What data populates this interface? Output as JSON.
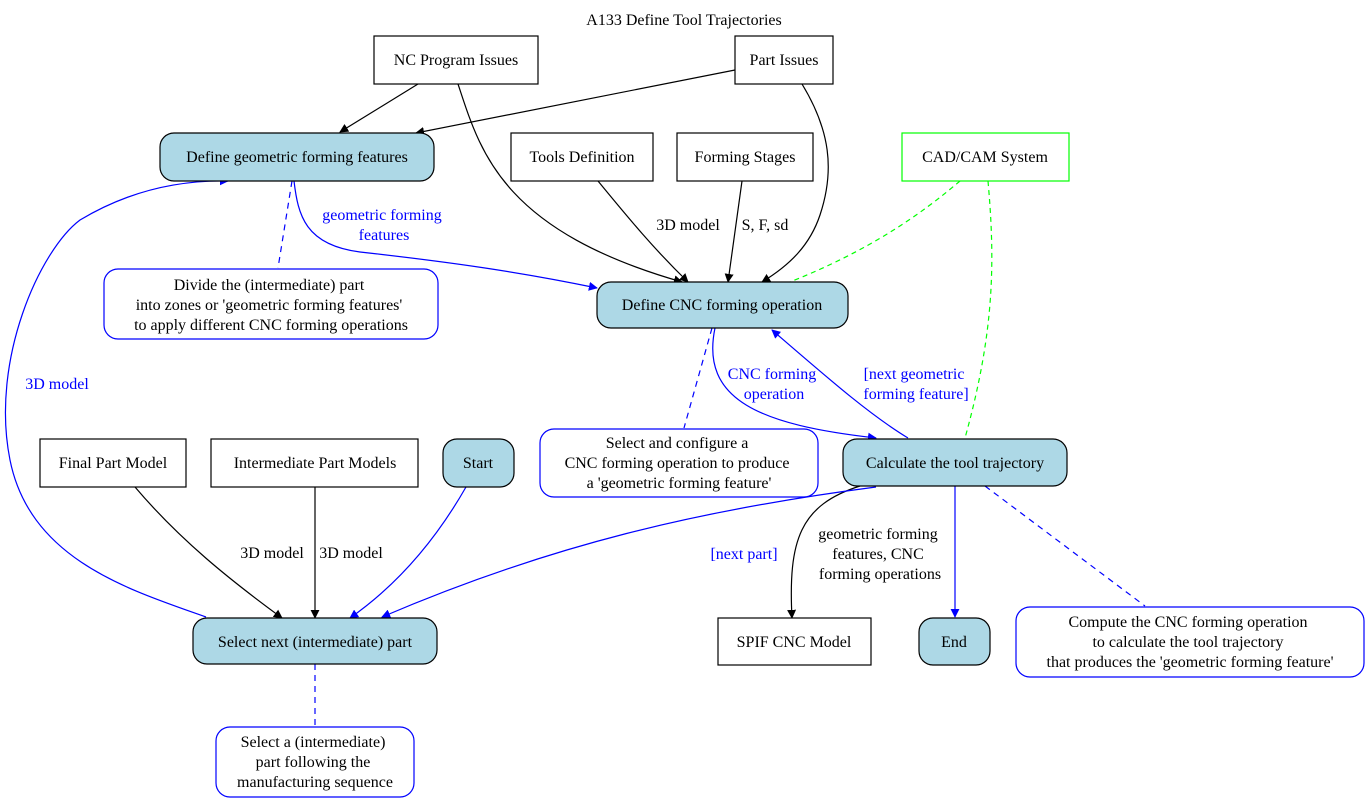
{
  "title": "A133 Define Tool Trajectories",
  "colors": {
    "activity_fill": "#add8e6",
    "black": "#000000",
    "blue": "#0000ff",
    "green": "#00ff00",
    "white": "#ffffff"
  },
  "nodes": {
    "nc_program_issues": "NC Program Issues",
    "part_issues": "Part Issues",
    "define_geometric_forming_features": "Define geometric forming features",
    "tools_definition": "Tools Definition",
    "forming_stages": "Forming Stages",
    "cad_cam_system": "CAD/CAM System",
    "define_cnc_forming_operation": "Define CNC forming operation",
    "final_part_model": "Final Part Model",
    "intermediate_part_models": "Intermediate Part Models",
    "start": "Start",
    "calculate_tool_trajectory": "Calculate the tool trajectory",
    "select_next_part": "Select next (intermediate) part",
    "spif_cnc_model": "SPIF CNC Model",
    "end": "End"
  },
  "notes": {
    "divide": [
      "Divide the (intermediate) part",
      "into zones or 'geometric forming features'",
      "to apply different CNC forming operations"
    ],
    "select_configure": [
      "Select and configure a",
      "CNC forming operation to produce",
      "a 'geometric forming feature'"
    ],
    "compute": [
      "Compute the CNC forming operation",
      "to calculate the tool trajectory",
      "that produces the 'geometric forming feature'"
    ],
    "select_part": [
      "Select a (intermediate)",
      "part following the",
      "manufacturing sequence"
    ]
  },
  "edge_labels": {
    "geometric_forming_features": [
      "geometric forming",
      "features"
    ],
    "tools_3d_model": "3D model",
    "forming_stages_sfsd": "S, F, sd",
    "cnc_forming_operation": [
      "CNC forming",
      "operation"
    ],
    "next_geometric_feature": [
      "[next geometric",
      "forming feature]"
    ],
    "loop_3d_model": "3D model",
    "final_3d_model": "3D model",
    "intermediate_3d_model": "3D model",
    "next_part": "[next part]",
    "spif_output": [
      "geometric forming",
      "features, CNC",
      "forming operations"
    ]
  }
}
